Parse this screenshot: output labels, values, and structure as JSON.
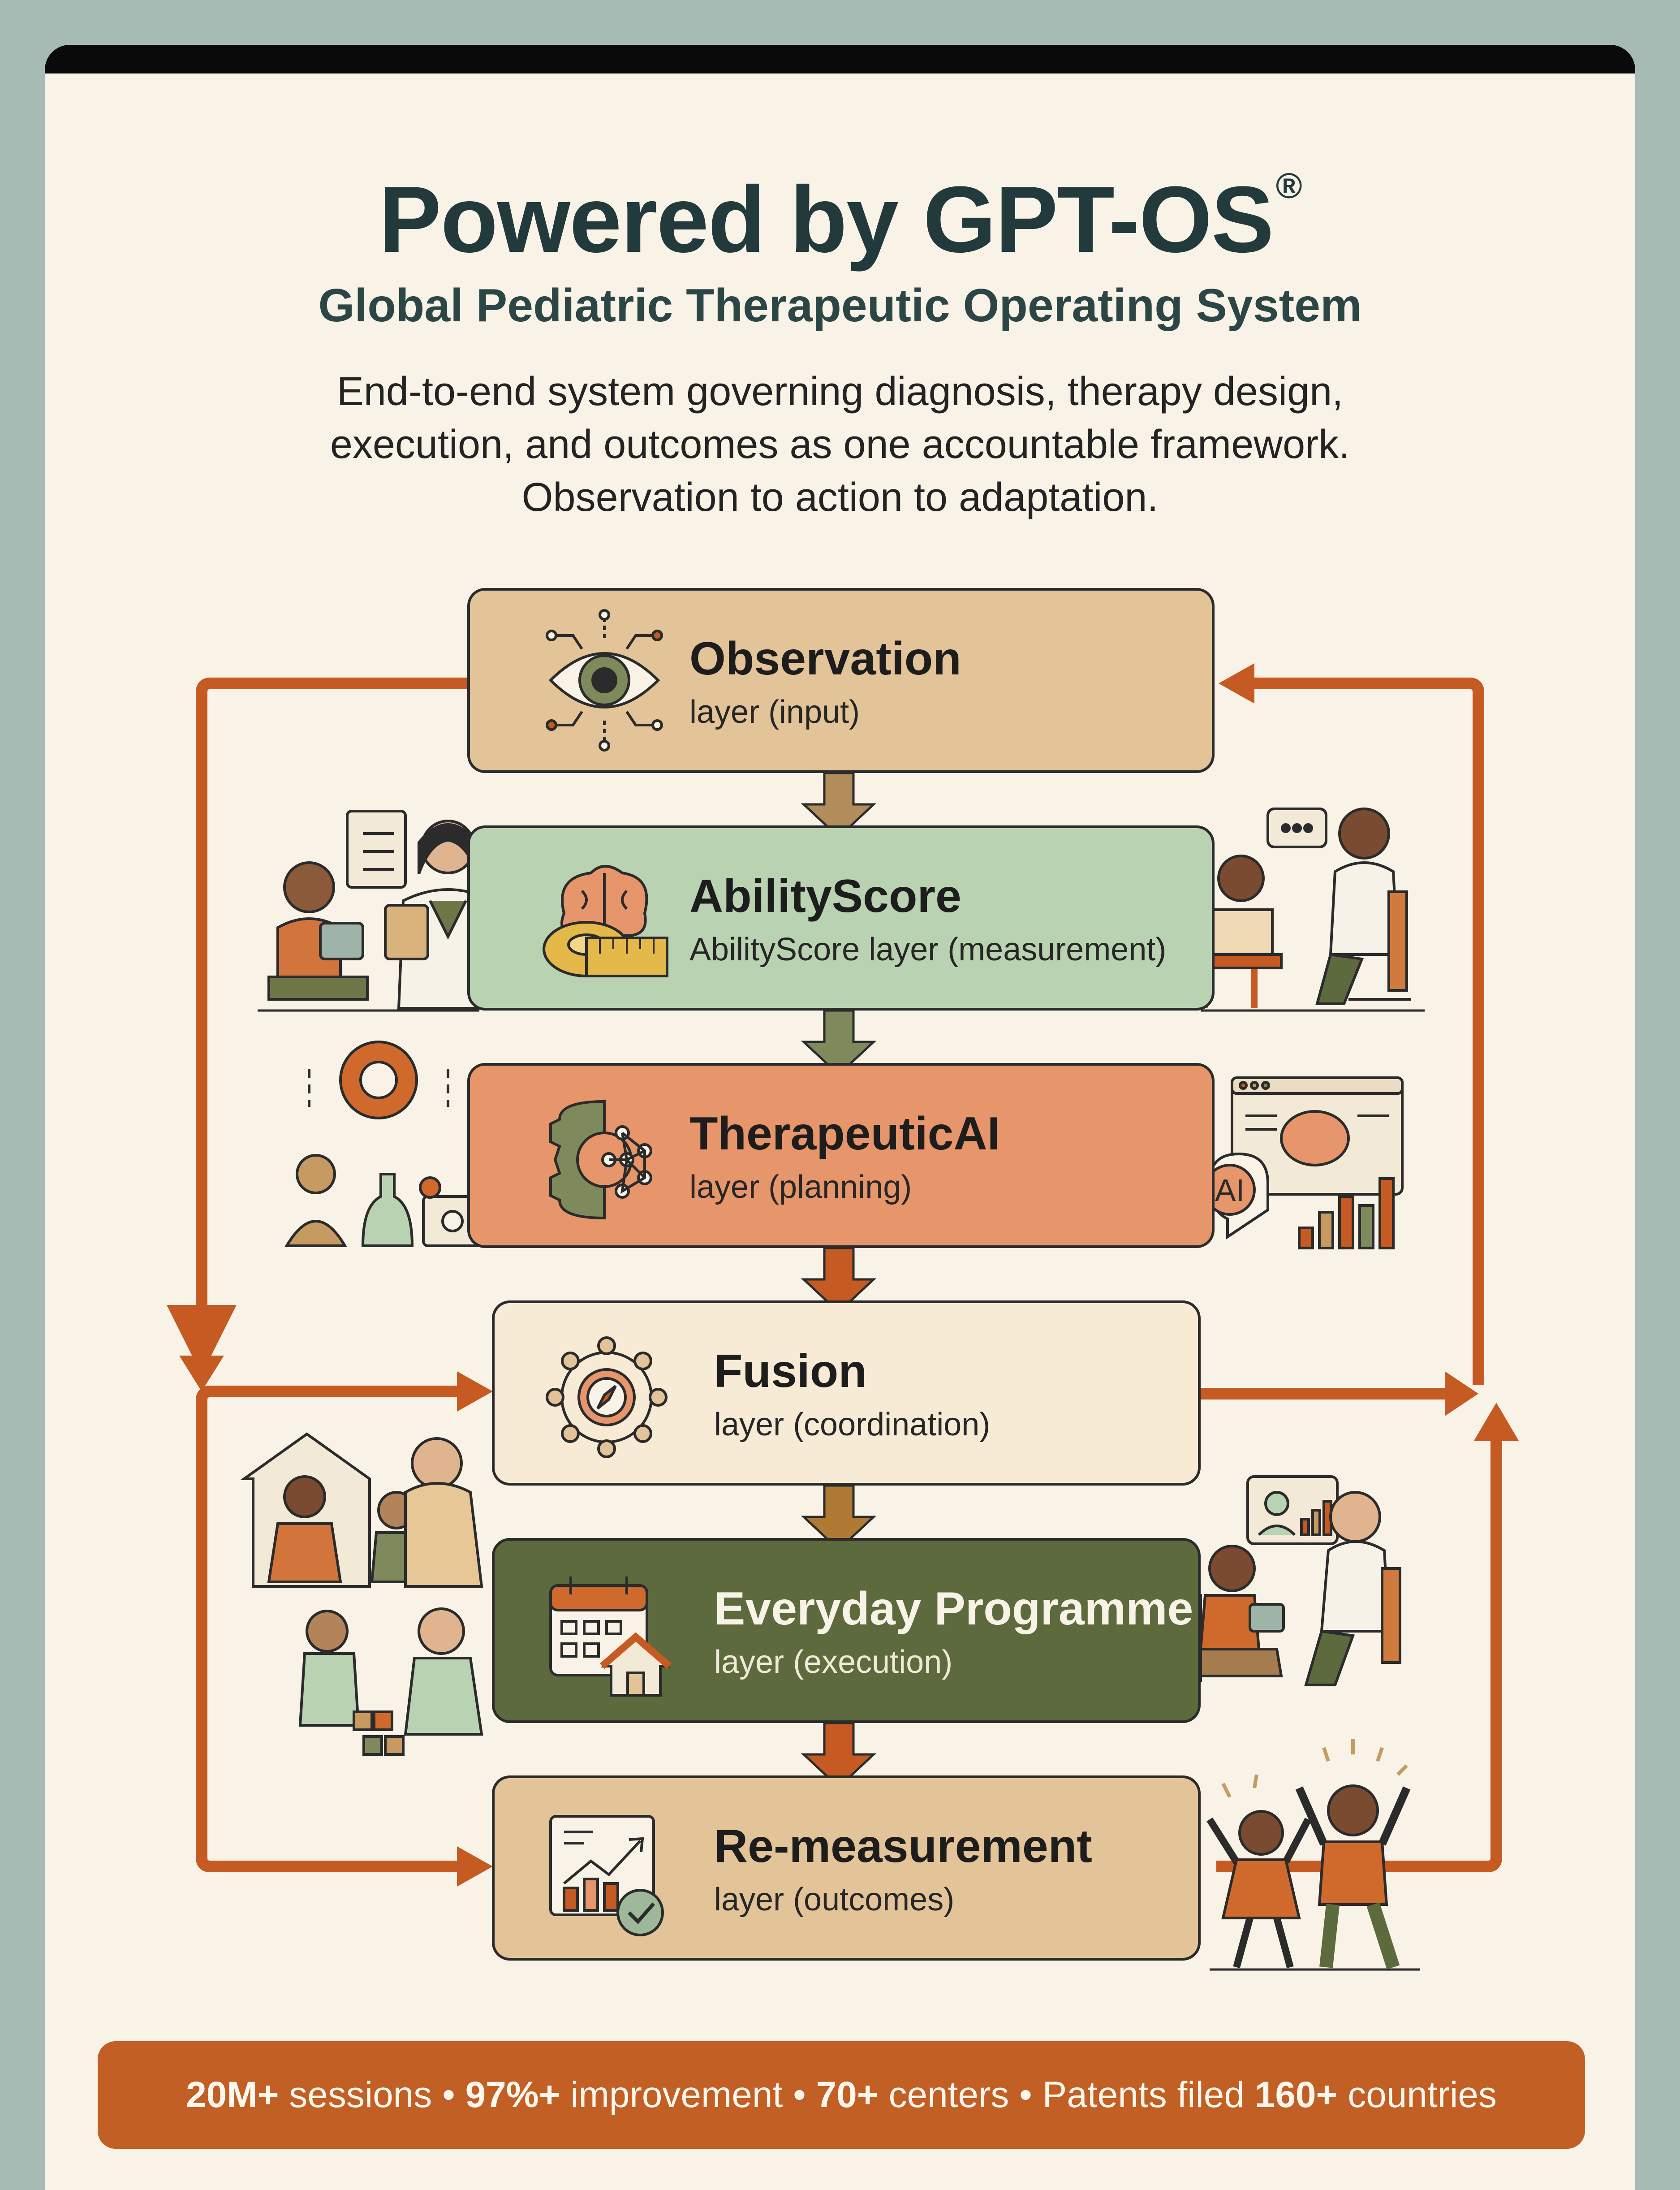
{
  "header": {
    "title": "Powered by GPT-OS",
    "title_mark": "®",
    "subtitle": "Global Pediatric Therapeutic Operating System",
    "description_lines": [
      "End-to-end system governing diagnosis, therapy design,",
      "execution, and outcomes as one accountable framework.",
      "Observation to action to adaptation."
    ]
  },
  "layers": [
    {
      "name": "Observation",
      "sub": "layer (input)",
      "icon": "eye-icon",
      "color": "#e3c398"
    },
    {
      "name": "AbilityScore",
      "sub": "AbilityScore layer (measurement)",
      "icon": "brain-measure-icon",
      "color": "#b9d2b1"
    },
    {
      "name": "TherapeuticAI",
      "sub": "layer (planning)",
      "icon": "gear-network-icon",
      "color": "#e7966b"
    },
    {
      "name": "Fusion",
      "sub": "layer (coordination)",
      "icon": "compass-network-icon",
      "color": "#f7ebd6"
    },
    {
      "name": "Everyday Programme",
      "sub": "layer (execution)",
      "icon": "calendar-house-icon",
      "color": "#5c6a3e"
    },
    {
      "name": "Re-measurement",
      "sub": "layer (outcomes)",
      "icon": "chart-check-icon",
      "color": "#e3c398"
    }
  ],
  "illustration_labels": {
    "ai_badge": "AI"
  },
  "stats": {
    "v1": "20M+",
    "l1": " sessions • ",
    "v2": "97%+",
    "l2": " improvement • ",
    "v3": "70+",
    "l3": " centers • Patents filed ",
    "v4": "160+",
    "l4": " countries"
  }
}
